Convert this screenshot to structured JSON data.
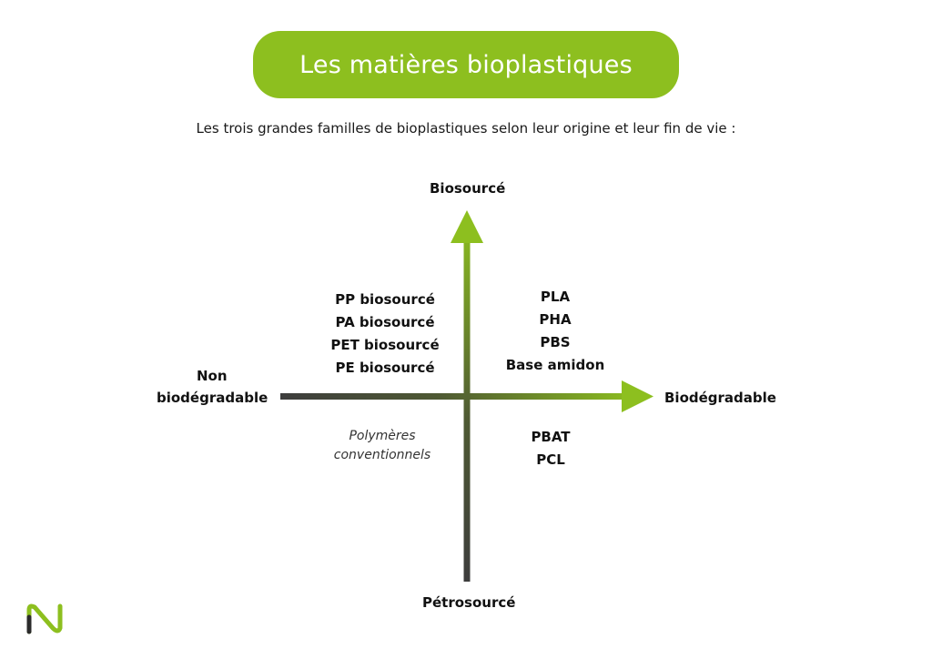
{
  "title": "Les matières bioplastiques",
  "subtitle": "Les trois grandes familles de bioplastiques selon leur origine et leur fin de vie :",
  "axes": {
    "top": "Biosourcé",
    "bottom": "Pétrosourcé",
    "left_line1": "Non",
    "left_line2": "biodégradable",
    "right": "Biodégradable"
  },
  "quadrants": {
    "top_left": [
      "PP biosourcé",
      "PA biosourcé",
      "PET biosourcé",
      "PE biosourcé"
    ],
    "top_right": [
      "PLA",
      "PHA",
      "PBS",
      "Base amidon"
    ],
    "bottom_right": [
      "PBAT",
      "PCL"
    ],
    "bottom_left_note": [
      "Polymères",
      "conventionnels"
    ]
  },
  "colors": {
    "brand_green": "#8dbf1f",
    "axis_dark": "#3d3d3d",
    "text": "#111111"
  },
  "logo": {
    "icon": "infinity-logo-icon"
  }
}
